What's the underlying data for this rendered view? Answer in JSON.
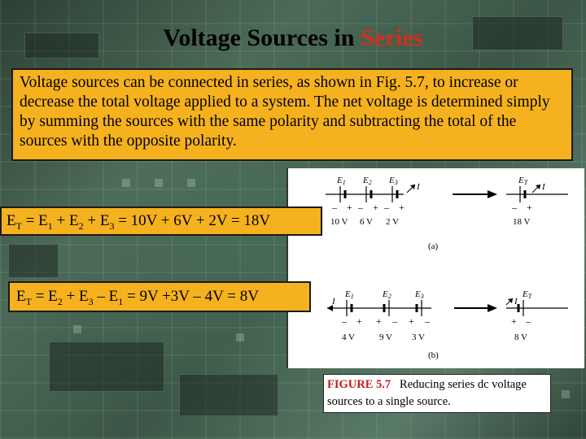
{
  "slide": {
    "title_main": "Voltage Sources in",
    "title_accent": "Series",
    "intro_text": "Voltage sources can be connected in series, as shown in Fig. 5.7, to increase or decrease the total voltage applied to a system. The net voltage is determined simply by summing the sources with the same polarity and subtracting the total of the sources with the opposite polarity.",
    "title_accent_color": "#d0301c",
    "box_color": "#f6b21e"
  },
  "equations": {
    "eq_a": {
      "lhs": "E",
      "lhs_sub": "T",
      "t1": "E",
      "t1_sub": "1",
      "t2": "E",
      "t2_sub": "2",
      "t3": "E",
      "t3_sub": "3",
      "rhs": "10V + 6V + 2V = 18V"
    },
    "eq_b": {
      "lhs": "E",
      "lhs_sub": "T",
      "t1": "E",
      "t1_sub": "2",
      "t2": "E",
      "t2_sub": "3",
      "t3": "E",
      "t3_sub": "1",
      "rhs": "9V +3V – 4V = 8V"
    }
  },
  "figure": {
    "a": {
      "source_labels": [
        "E",
        "E",
        "E"
      ],
      "source_subs": [
        "1",
        "2",
        "3"
      ],
      "values": [
        "10 V",
        "6 V",
        "2 V"
      ],
      "current_label": "I",
      "result_label": "E",
      "result_sub": "T",
      "result_value": "18 V",
      "panel_label": "(a)"
    },
    "b": {
      "source_labels": [
        "E",
        "E",
        "E"
      ],
      "source_subs": [
        "1",
        "2",
        "3"
      ],
      "values": [
        "4 V",
        "9 V",
        "3 V"
      ],
      "current_label": "I",
      "result_label": "E",
      "result_sub": "T",
      "result_value": "8 V",
      "panel_label": "(b)"
    },
    "plus": "+",
    "minus": "–"
  },
  "caption": {
    "label": "FIGURE 5.7",
    "text": "Reducing series dc voltage sources to a single source."
  }
}
